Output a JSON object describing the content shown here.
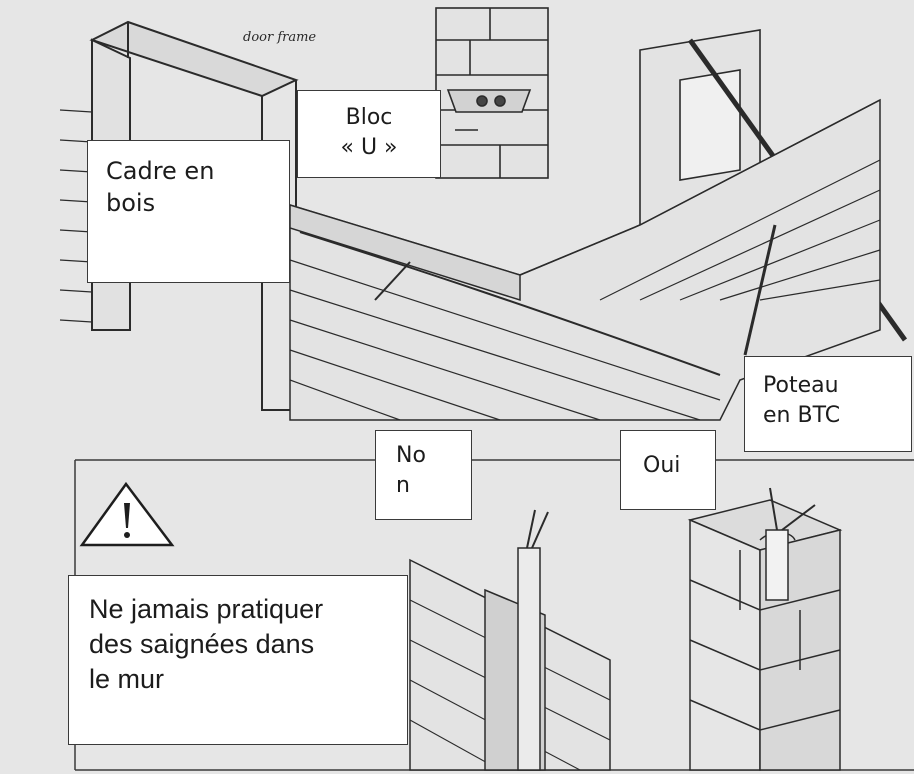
{
  "labels": {
    "door_frame_note": "door frame",
    "cadre": "Cadre en\nbois",
    "bloc_line1": "Bloc",
    "bloc_line2": "« U »",
    "poteau": "Poteau\nen BTC",
    "non": "No\nn",
    "oui": "Oui",
    "warning": "Ne jamais pratiquer\ndes saignées dans\nle mur"
  },
  "icons": {
    "warning": "warning-triangle-icon"
  },
  "colors": {
    "background": "#e6e6e6",
    "line": "#2b2b2b",
    "label_fill": "#ffffff"
  }
}
